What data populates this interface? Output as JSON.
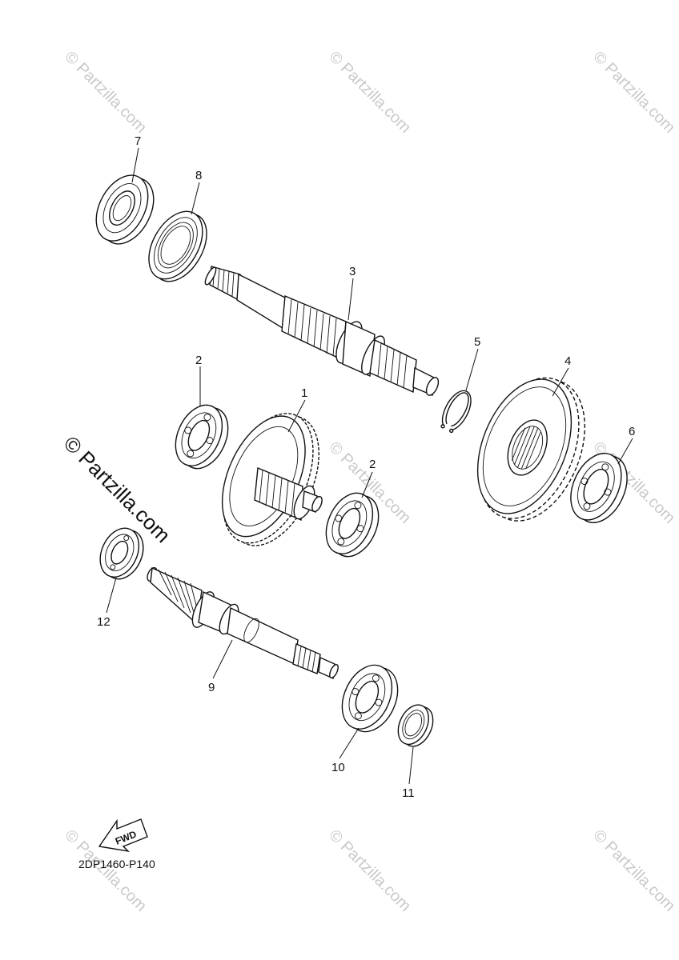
{
  "diagram": {
    "watermark_text": "© Partzilla.com",
    "main_watermark_text": "© Partzilla.com",
    "diagram_code": "2DP1460-P140",
    "fwd_label": "FWD",
    "callouts": {
      "c1": "1",
      "c2a": "2",
      "c2b": "2",
      "c3": "3",
      "c4": "4",
      "c5": "5",
      "c6": "6",
      "c7": "7",
      "c8": "8",
      "c9": "9",
      "c10": "10",
      "c11": "11",
      "c12": "12"
    }
  },
  "colors": {
    "line": "#111111",
    "watermark": "#c9c9c9",
    "background": "#ffffff"
  }
}
